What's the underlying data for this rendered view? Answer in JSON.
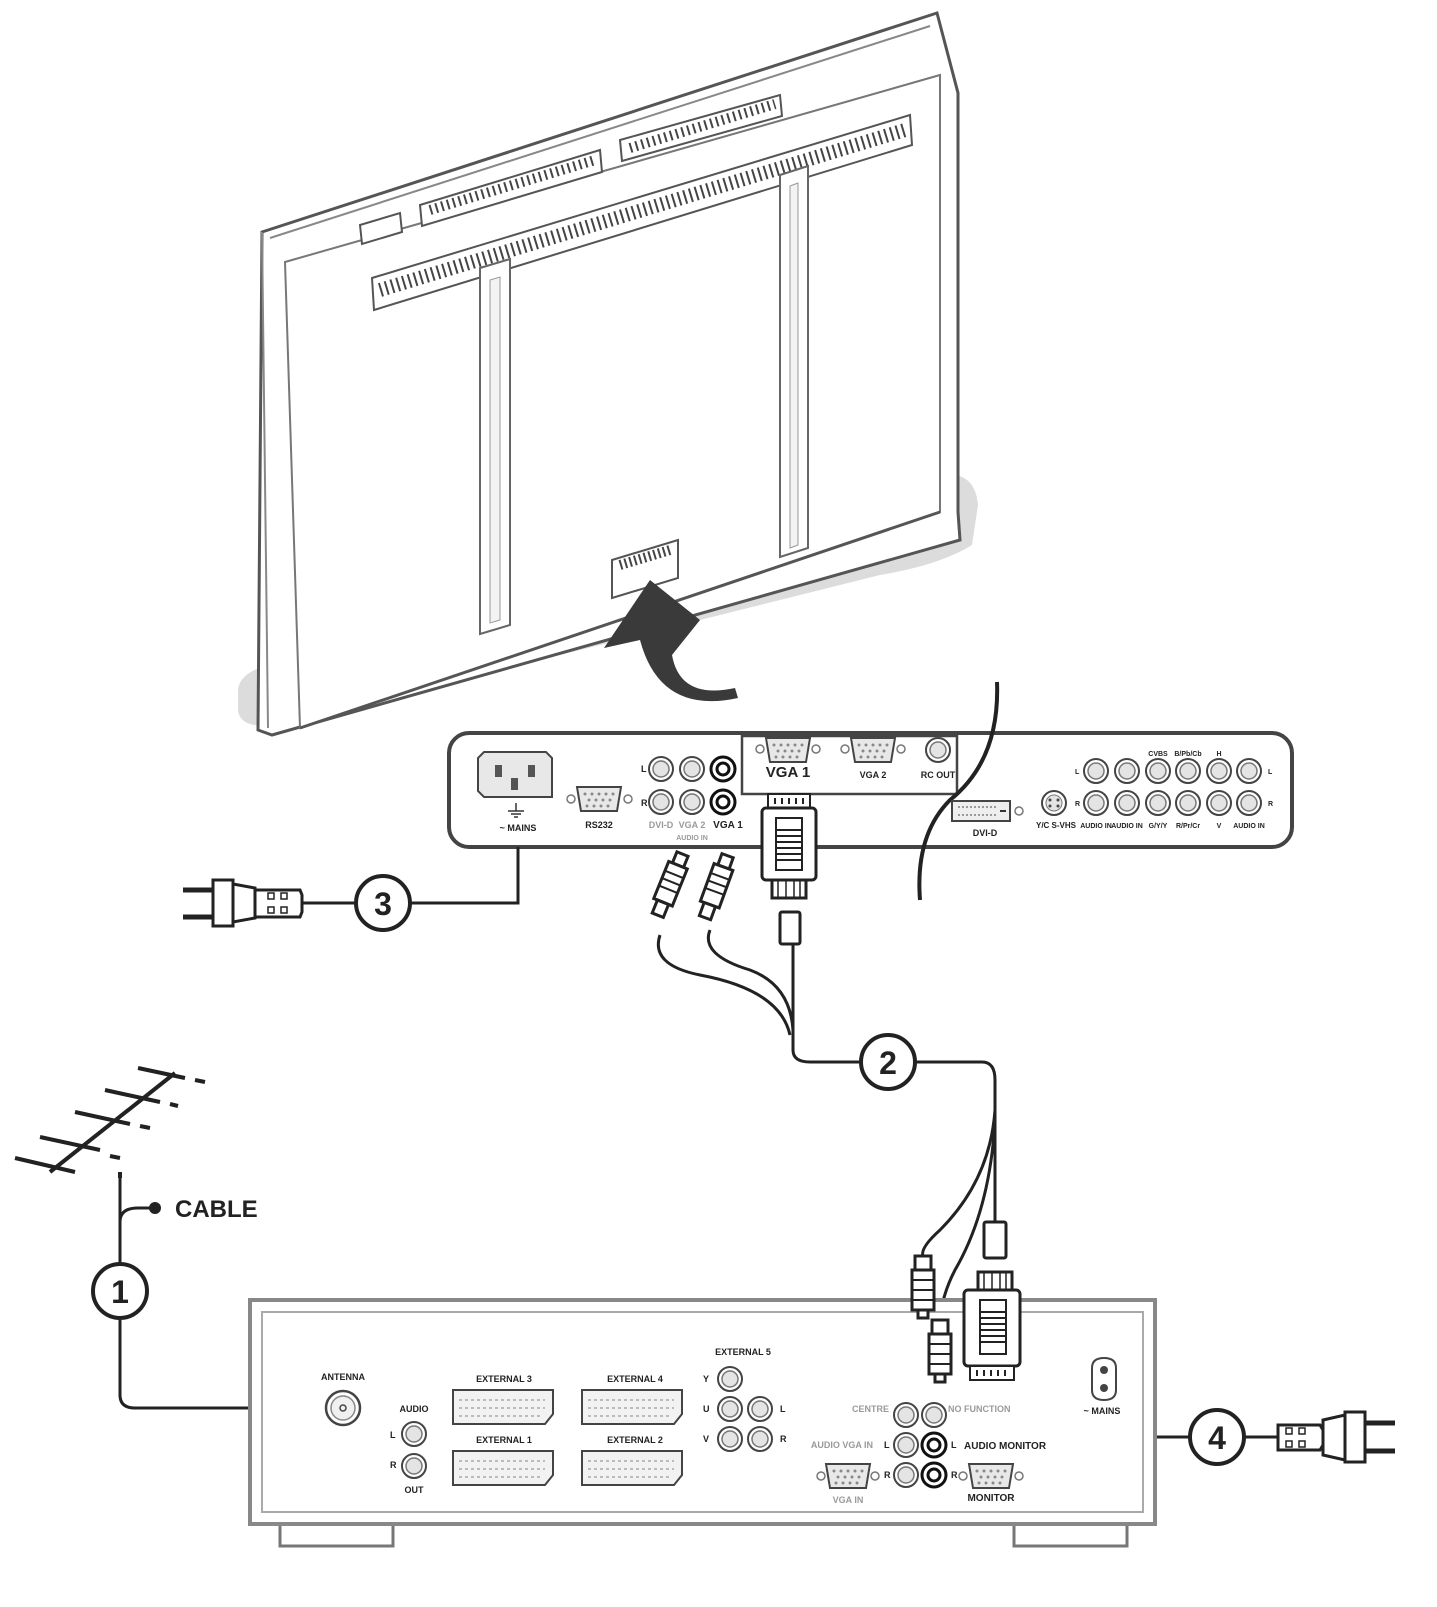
{
  "steps": [
    "1",
    "2",
    "3",
    "4"
  ],
  "cable_label": "CABLE",
  "monitor_panel": {
    "mains": "~ MAINS",
    "rs232": "RS232",
    "dvi_d_audio": "DVI-D",
    "vga2_audio": "VGA 2",
    "vga1_audio": "VGA 1",
    "audio_in": "AUDIO IN",
    "l": "L",
    "r": "R",
    "vga1": "VGA 1",
    "vga2": "VGA 2",
    "rc_out": "RC OUT",
    "dvi_d": "DVI-D",
    "yc_svhs": "Y/C S-VHS",
    "audio_in_1": "AUDIO IN",
    "audio_in_2": "AUDIO IN",
    "gyy": "G/Y/Y",
    "rprcr": "R/Pr/Cr",
    "v": "V",
    "audio_in_3": "AUDIO IN",
    "cvbs": "CVBS",
    "bpbcb": "B/Pb/Cb",
    "h": "H"
  },
  "receiver_panel": {
    "antenna": "ANTENNA",
    "audio": "AUDIO",
    "l": "L",
    "r": "R",
    "out": "OUT",
    "external3": "EXTERNAL 3",
    "external4": "EXTERNAL 4",
    "external1": "EXTERNAL 1",
    "external2": "EXTERNAL 2",
    "external5": "EXTERNAL 5",
    "y": "Y",
    "u": "U",
    "v": "V",
    "ext5_l": "L",
    "ext5_r": "R",
    "centre": "CENTRE",
    "no_function": "NO FUNCTION",
    "audio_vga_in": "AUDIO VGA IN",
    "am_l_in": "L",
    "am_r_in": "R",
    "am_l_out": "L",
    "am_r_out": "R",
    "audio_monitor": "AUDIO MONITOR",
    "vga_in": "VGA IN",
    "monitor": "MONITOR",
    "mains": "~ MAINS"
  }
}
